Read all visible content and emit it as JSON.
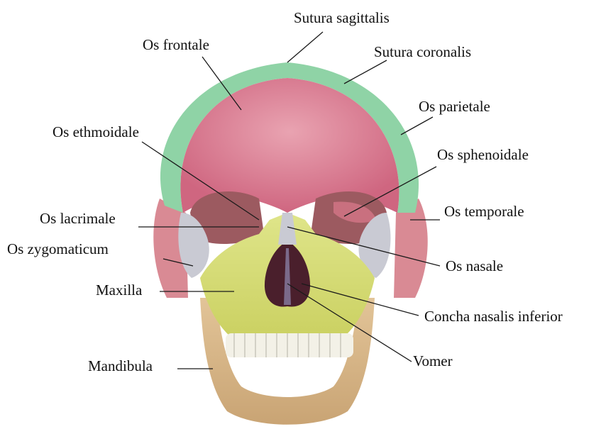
{
  "colors": {
    "frontal": "#d9768e",
    "parietal": "#8fd3a6",
    "temporal": "#d98a94",
    "sphenoid": "#c9707f",
    "zygomatic": "#c9cad3",
    "maxilla": "#d7de78",
    "mandible": "#d9b98a",
    "nasal_cavity": "#4a1f2c",
    "orbit": "#9c5a60",
    "teeth": "#f3f1e7",
    "label_text": "#111111"
  },
  "labels": {
    "sutura_sagittalis": "Sutura sagittalis",
    "os_frontale": "Os frontale",
    "sutura_coronalis": "Sutura coronalis",
    "os_parietale": "Os parietale",
    "os_ethmoidale": "Os ethmoidale",
    "os_sphenoidale": "Os sphenoidale",
    "os_lacrimale": "Os lacrimale",
    "os_temporale": "Os temporale",
    "os_zygomaticum": "Os zygomaticum",
    "os_nasale": "Os nasale",
    "maxilla": "Maxilla",
    "concha_nasalis_inferior": "Concha nasalis inferior",
    "mandibula": "Mandibula",
    "vomer": "Vomer"
  }
}
